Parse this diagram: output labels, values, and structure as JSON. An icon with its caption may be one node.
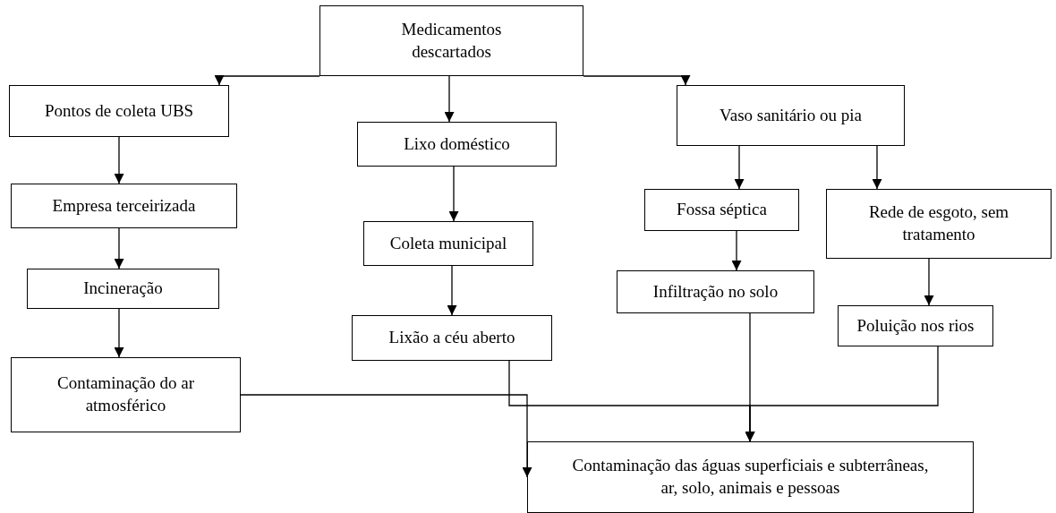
{
  "diagram": {
    "nodes": [
      {
        "text": [
          "Medicamentos descartados"
        ]
      },
      {
        "text": [
          "Pontos de coleta UBS"
        ]
      },
      {
        "text": [
          "Lixo doméstico"
        ]
      },
      {
        "text": [
          "Vaso sanitário ou pia"
        ]
      },
      {
        "text": [
          "Empresa terceirizada"
        ]
      },
      {
        "text": [
          "Coleta municipal"
        ]
      },
      {
        "text": [
          "Fossa séptica"
        ]
      },
      {
        "text": [
          "Rede de esgoto, sem tratamento"
        ]
      },
      {
        "text": [
          "Incineração"
        ]
      },
      {
        "text": [
          "Infiltração no solo"
        ]
      },
      {
        "text": [
          "Lixão a céu aberto"
        ]
      },
      {
        "text": [
          "Poluição nos rios"
        ]
      },
      {
        "text": [
          "Contaminação do ar atmosférico"
        ]
      },
      {
        "text": [
          "Contaminação das águas superficiais e subterrâneas, ar, solo, animais e pessoas"
        ]
      }
    ],
    "edges": [
      {
        "from": 0,
        "to": 1,
        "arrow": "to"
      },
      {
        "from": 0,
        "to": 2,
        "arrow": "to"
      },
      {
        "from": 0,
        "to": 3,
        "arrow": "to"
      },
      {
        "from": 1,
        "to": 4,
        "arrow": "to"
      },
      {
        "from": 4,
        "to": 8,
        "arrow": "to"
      },
      {
        "from": 8,
        "to": 12,
        "arrow": "to"
      },
      {
        "from": 2,
        "to": 5,
        "arrow": "to"
      },
      {
        "from": 5,
        "to": 10,
        "arrow": "to"
      },
      {
        "from": 3,
        "to": 6,
        "arrow": "to"
      },
      {
        "from": 3,
        "to": 7,
        "arrow": "to"
      },
      {
        "from": 6,
        "to": 9,
        "arrow": "to"
      },
      {
        "from": 7,
        "to": 11,
        "arrow": "to"
      },
      {
        "from": 9,
        "to": 13,
        "arrow": "to"
      },
      {
        "from": 10,
        "to": 13,
        "arrow": "to"
      },
      {
        "from": 11,
        "to": 13,
        "arrow": "to"
      },
      {
        "from": 12,
        "to": 13,
        "arrow": "to"
      }
    ]
  }
}
